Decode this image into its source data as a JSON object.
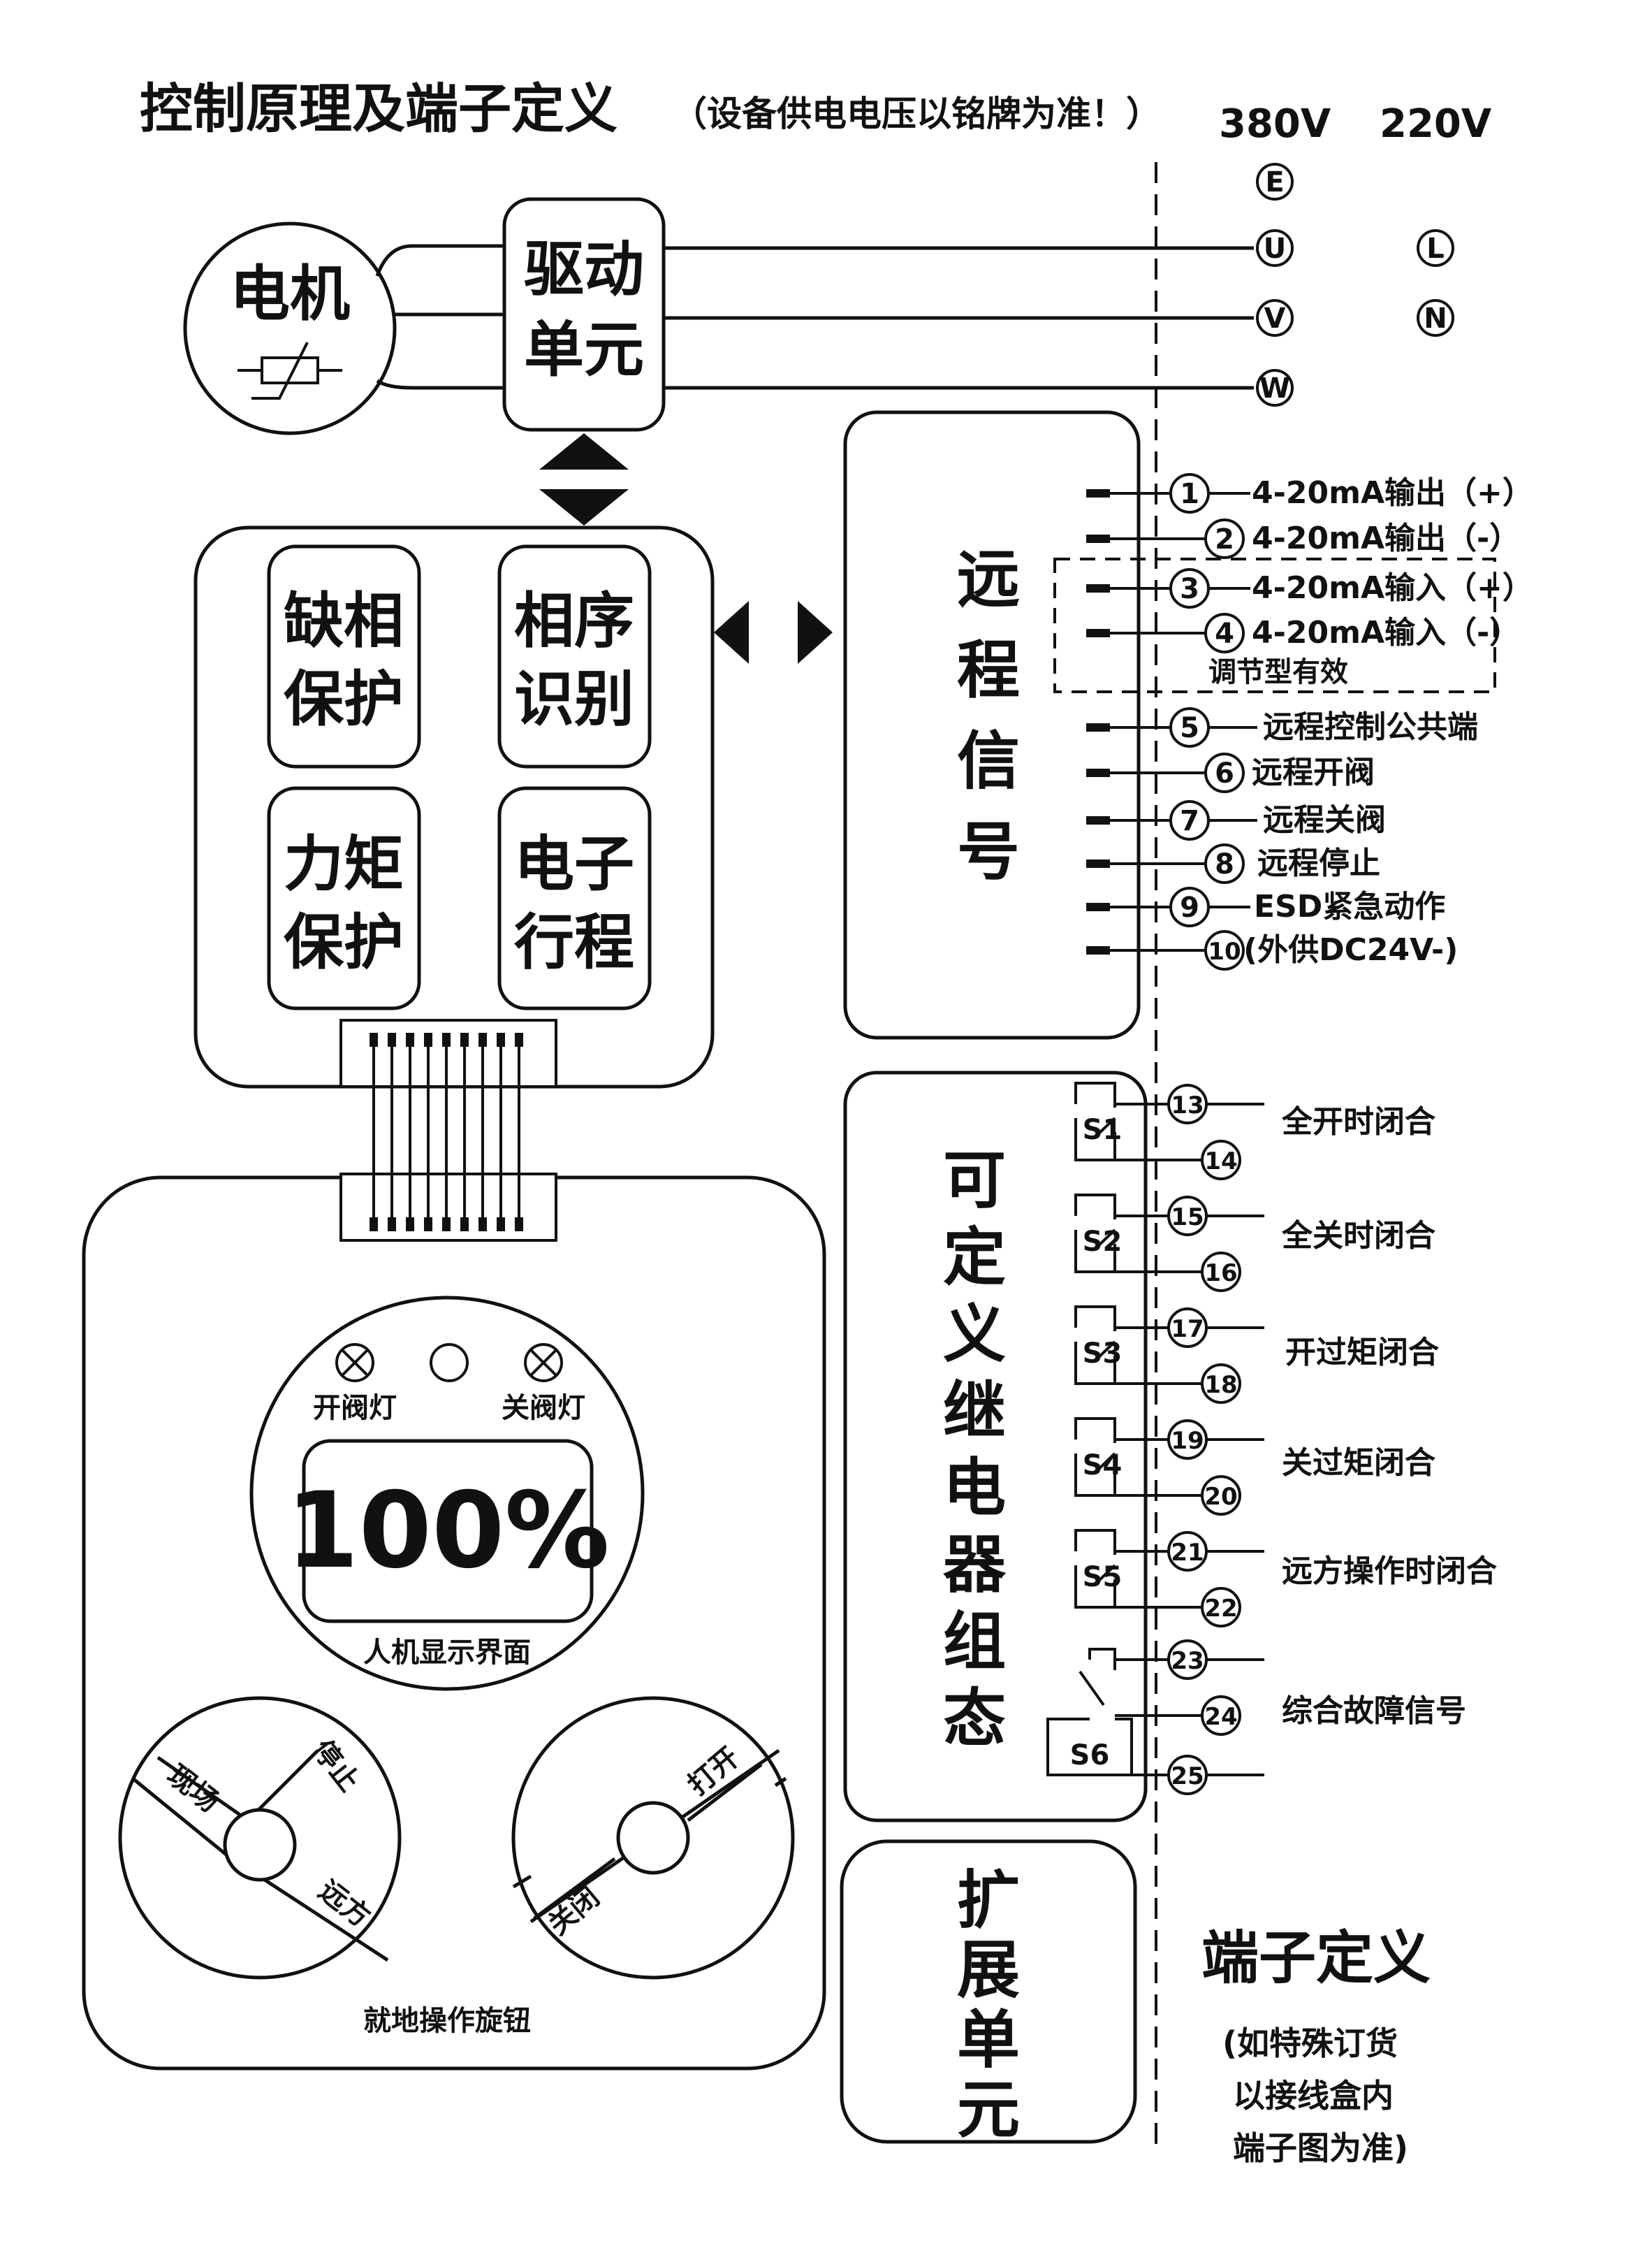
{
  "title": "控制原理及端子定义",
  "title_note": "（设备供电电压以铭牌为准！）",
  "power": {
    "v380": "380V",
    "v220": "220V",
    "terminals_380": [
      "E",
      "U",
      "V",
      "W"
    ],
    "terminals_220": [
      "L",
      "N"
    ]
  },
  "motor": {
    "label": "电机"
  },
  "drive_unit": {
    "line1": "驱动",
    "line2": "单元"
  },
  "modules": [
    {
      "line1": "缺相",
      "line2": "保护"
    },
    {
      "line1": "相序",
      "line2": "识别"
    },
    {
      "line1": "力矩",
      "line2": "保护"
    },
    {
      "line1": "电子",
      "line2": "行程"
    }
  ],
  "remote_panel": {
    "title_chars": [
      "远",
      "程",
      "信",
      "号"
    ]
  },
  "remote_terminals": [
    {
      "num": "1",
      "label": "4-20mA输出（+）"
    },
    {
      "num": "2",
      "label": "4-20mA输出（-）"
    },
    {
      "num": "3",
      "label": "4-20mA输入（+）"
    },
    {
      "num": "4",
      "label": "4-20mA输入（-）"
    },
    {
      "num": "5",
      "label": "远程控制公共端"
    },
    {
      "num": "6",
      "label": "远程开阀"
    },
    {
      "num": "7",
      "label": "远程关阀"
    },
    {
      "num": "8",
      "label": "远程停止"
    },
    {
      "num": "9",
      "label": "ESD紧急动作"
    },
    {
      "num": "10",
      "label": "(外供DC24V-)"
    }
  ],
  "regulating_note": "调节型有效",
  "relay_panel": {
    "title_chars": [
      "可",
      "定",
      "义",
      "继",
      "电",
      "器",
      "组",
      "态"
    ]
  },
  "relays": [
    {
      "name": "S1",
      "t1": "13",
      "t2": "14",
      "label": "全开时闭合"
    },
    {
      "name": "S2",
      "t1": "15",
      "t2": "16",
      "label": "全关时闭合"
    },
    {
      "name": "S3",
      "t1": "17",
      "t2": "18",
      "label": "开过矩闭合"
    },
    {
      "name": "S4",
      "t1": "19",
      "t2": "20",
      "label": "关过矩闭合"
    },
    {
      "name": "S5",
      "t1": "21",
      "t2": "22",
      "label": "远方操作时闭合"
    }
  ],
  "fault_relay": {
    "name": "S6",
    "terminals": [
      "23",
      "24",
      "25"
    ],
    "label": "综合故障信号"
  },
  "expansion_panel": {
    "title_chars": [
      "扩",
      "展",
      "单",
      "元"
    ]
  },
  "hmi": {
    "open_lamp": "开阀灯",
    "close_lamp": "关阀灯",
    "display_value": "100%",
    "caption": "人机显示界面"
  },
  "knobs": {
    "mode": {
      "local": "现场",
      "stop": "停止",
      "remote": "远方"
    },
    "action": {
      "close": "关闭",
      "open": "打开"
    },
    "caption": "就地操作旋钮"
  },
  "terminal_definition": {
    "heading": "端子定义",
    "note_lines": [
      "(如特殊订货",
      "以接线盒内",
      "端子图为准)"
    ]
  }
}
